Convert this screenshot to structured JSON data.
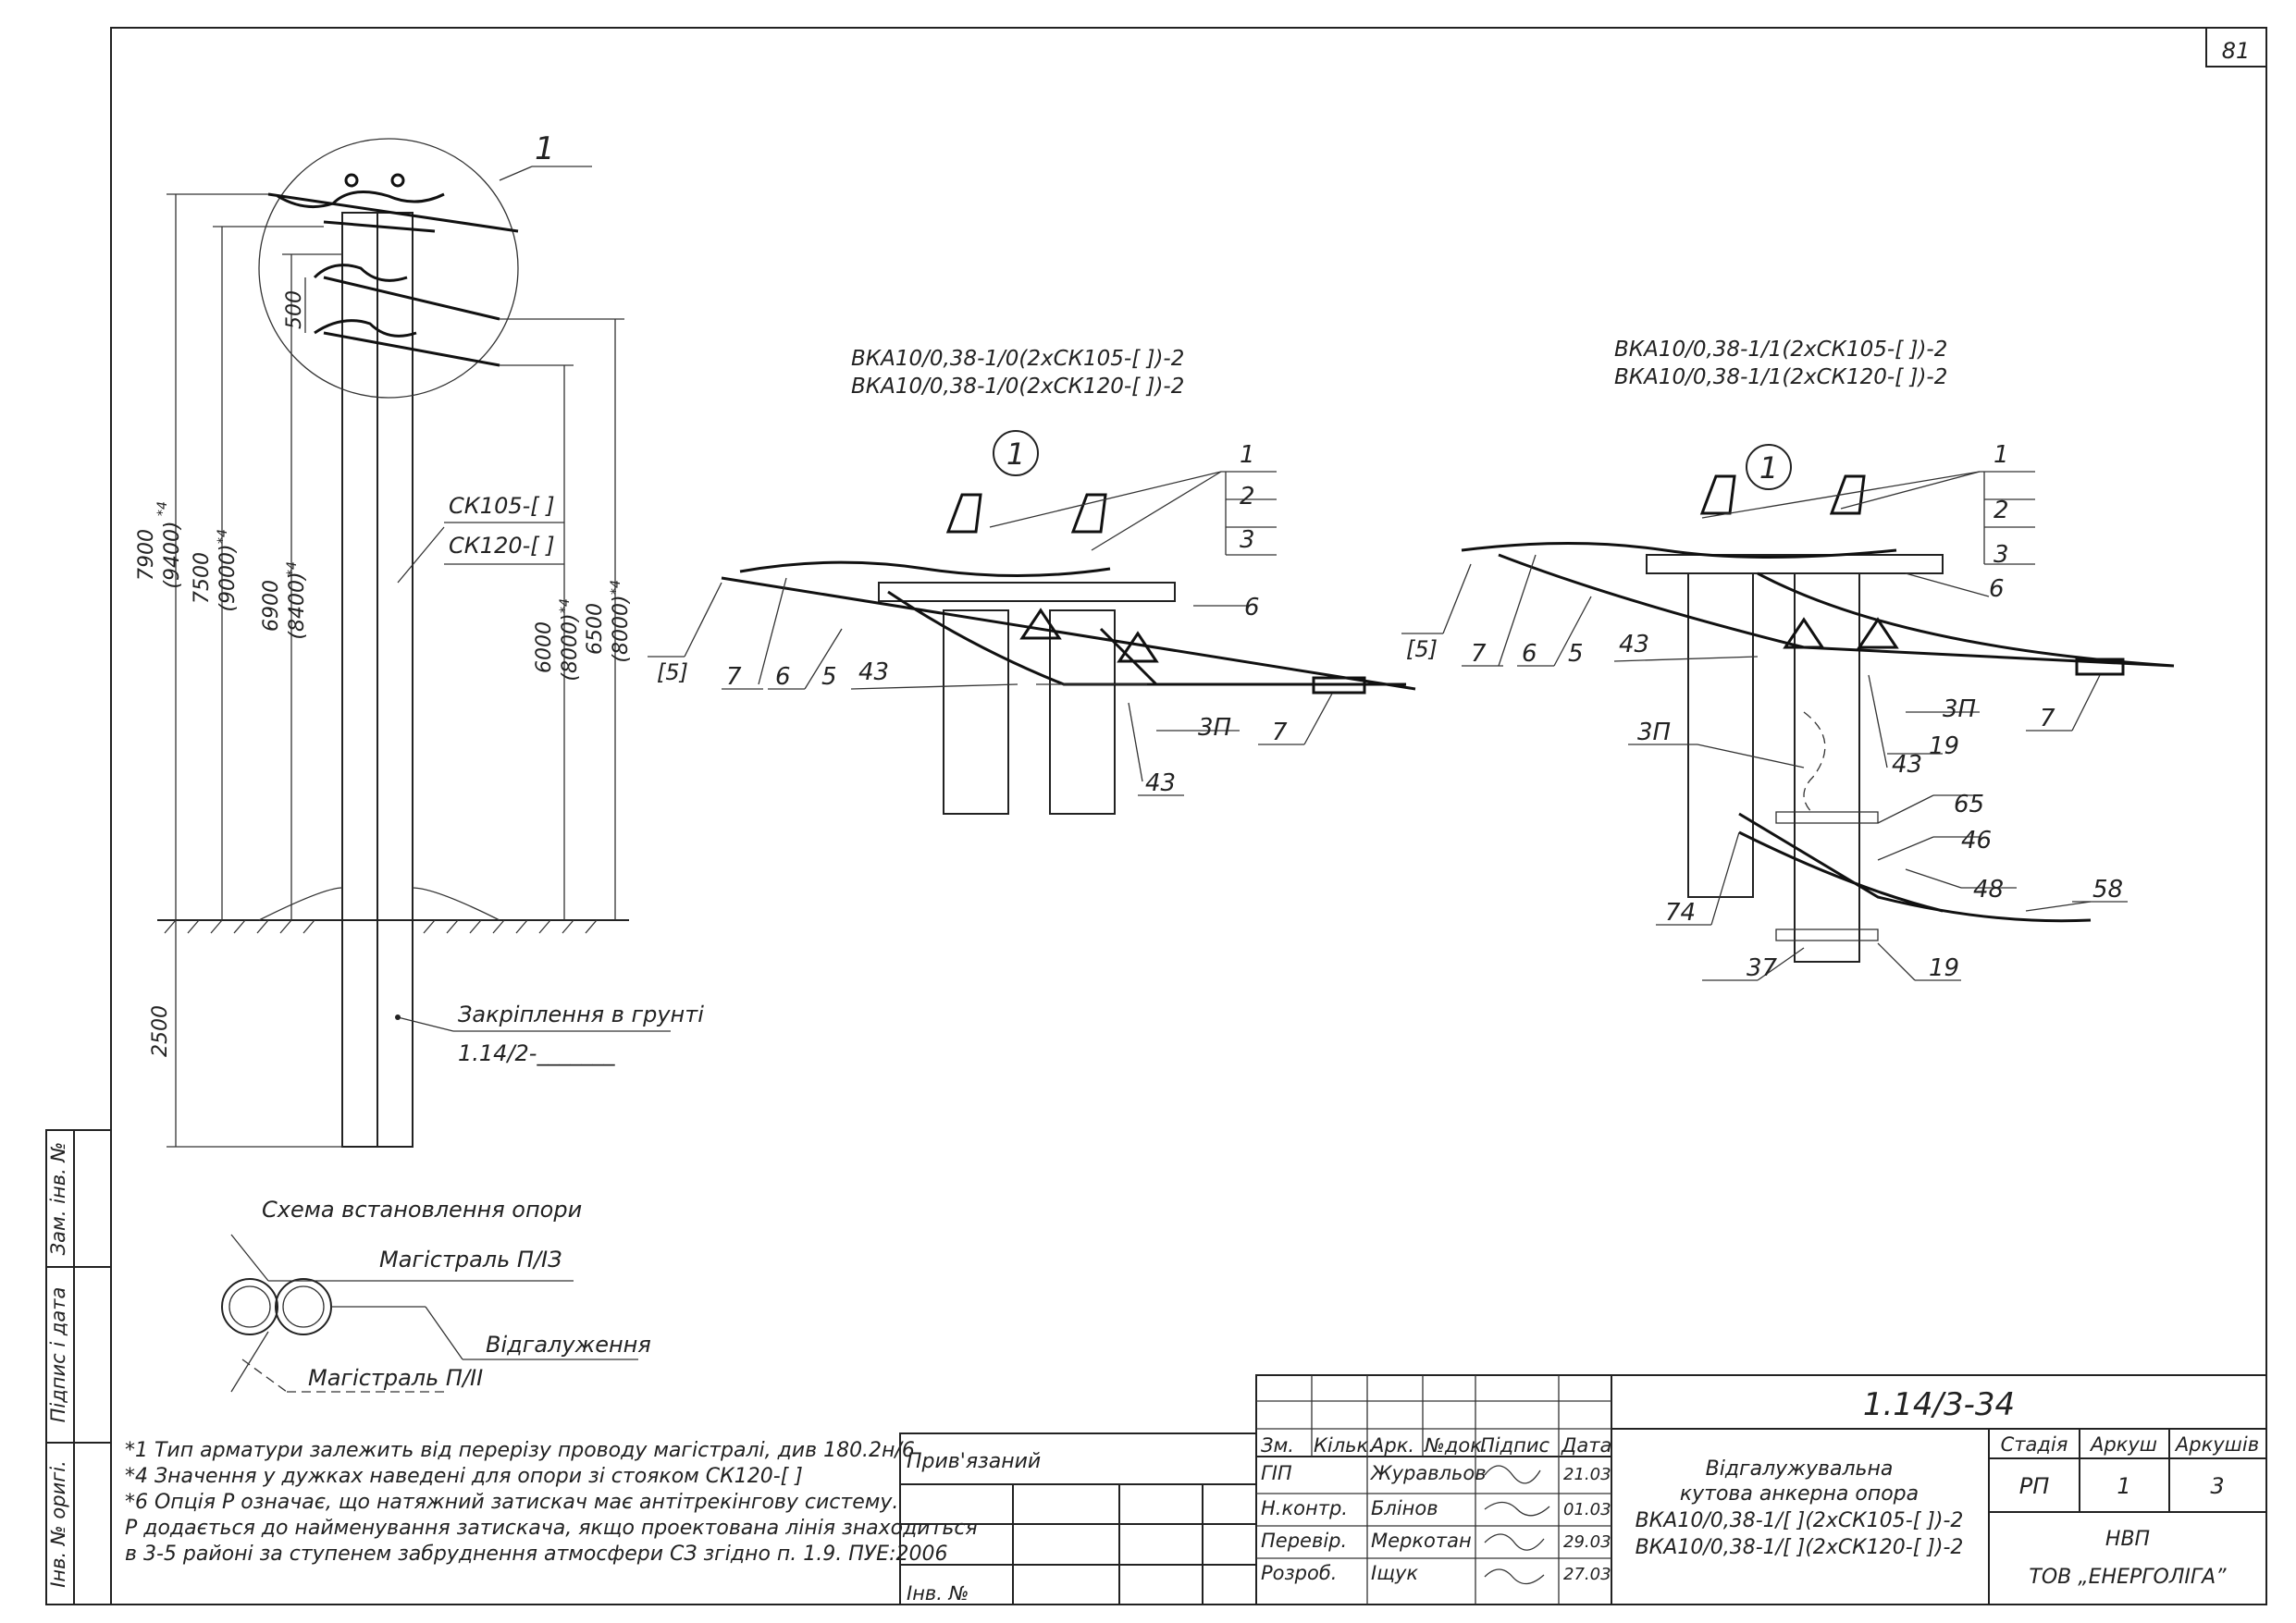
{
  "sheet": {
    "page_number": "81"
  },
  "pole_elevation": {
    "callout": "1",
    "dim_500": "500",
    "dim_7900": "7900",
    "dim_9400": "(9400)",
    "star4a": "*4",
    "dim_7500": "7500",
    "dim_9000": "(9000)",
    "star4b": "*4",
    "dim_6900": "6900",
    "dim_8400": "(8400)",
    "star4c": "*4",
    "dim_6000": "6000",
    "dim_8000a": "(8000)",
    "star4d": "*4",
    "dim_6500": "6500",
    "dim_8000b": "(8000)",
    "star4e": "*4",
    "dim_2500": "2500",
    "pole_type_1": "СК105-[   ]",
    "pole_type_2": "СК120-[   ]",
    "foundation_label": "Закріплення в грунті",
    "foundation_ref": "1.14/2-_______"
  },
  "detail_left": {
    "title_1": "ВКА10/0,38-1/0(2хСК105-[  ])-2",
    "title_2": "ВКА10/0,38-1/0(2хСК120-[  ])-2",
    "marker": "1",
    "labels": {
      "p1": "1",
      "p2": "2",
      "p3": "3",
      "p5b": "[5]",
      "p7a": "7",
      "p6a": "6",
      "p5": "5",
      "p43a": "43",
      "p6b": "6",
      "p3p": "3П",
      "p7b": "7",
      "p43b": "43"
    }
  },
  "detail_right": {
    "title_1": "ВКА10/0,38-1/1(2хСК105-[  ])-2",
    "title_2": "ВКА10/0,38-1/1(2хСК120-[  ])-2",
    "marker": "1",
    "labels": {
      "p1": "1",
      "p2": "2",
      "p3": "3",
      "p6a": "6",
      "p5b": "[5]",
      "p7a": "7",
      "p6b": "6",
      "p5": "5",
      "p43a": "43",
      "p3p": "3П",
      "p7b": "7",
      "p3pb": "3П",
      "p43b": "43",
      "p19a": "19",
      "p65": "65",
      "p46": "46",
      "p48": "48",
      "p58": "58",
      "p74": "74",
      "p37": "37",
      "p19b": "19"
    }
  },
  "scheme": {
    "title": "Схема встановлення опори",
    "main_1": "Магістраль П/ІЗ",
    "branch": "Відгалуження",
    "main_2": "Магістраль П/ІІ"
  },
  "notes": {
    "n1": "*1 Тип арматури залежить від перерізу проводу магістралі, див 180.2н/6",
    "n2": "*4 Значення у дужках наведені для опори зі стояком СК120-[  ]",
    "n3": "*6 Опція Р означає, що натяжний затискач має антітрекінгову систему.",
    "n4": "Р додається до найменування затискача, якщо проектована лінія знаходиться",
    "n5": "в 3-5 районі за ступенем забруднення атмосфери СЗ згідно п. 1.9. ПУЕ:2006"
  },
  "side_stamp": {
    "s1": "Зам. інв. №",
    "s2": "Підпис і дата",
    "s3": "Інв. № оригі."
  },
  "binding_block": {
    "bound": "Прив'язаний",
    "inv": "Інв. №"
  },
  "title_block": {
    "code": "1.14/3-34",
    "headers": [
      "Зм.",
      "Кільк.",
      "Арк.",
      "№док.",
      "Підпис",
      "Дата"
    ],
    "roles": [
      "ГІП",
      "Н.контр.",
      "Перевір.",
      "Розроб."
    ],
    "names": [
      "Журавльов",
      "Блінов",
      "Меркотан",
      "Іщук"
    ],
    "dates": [
      "21.03",
      "01.03",
      "29.03",
      "27.03"
    ],
    "description_1": "Відгалужувальна",
    "description_2": "кутова анкерна опора",
    "description_3": "ВКА10/0,38-1/[  ](2хСК105-[  ])-2",
    "description_4": "ВКА10/0,38-1/[  ](2хСК120-[  ])-2",
    "stage_label": "Стадія",
    "sheet_label": "Аркуш",
    "sheets_label": "Аркушів",
    "stage": "РП",
    "sheet": "1",
    "sheets": "3",
    "org_1": "НВП",
    "org_2": "ТОВ „ЕНЕРГОЛІГА”"
  }
}
